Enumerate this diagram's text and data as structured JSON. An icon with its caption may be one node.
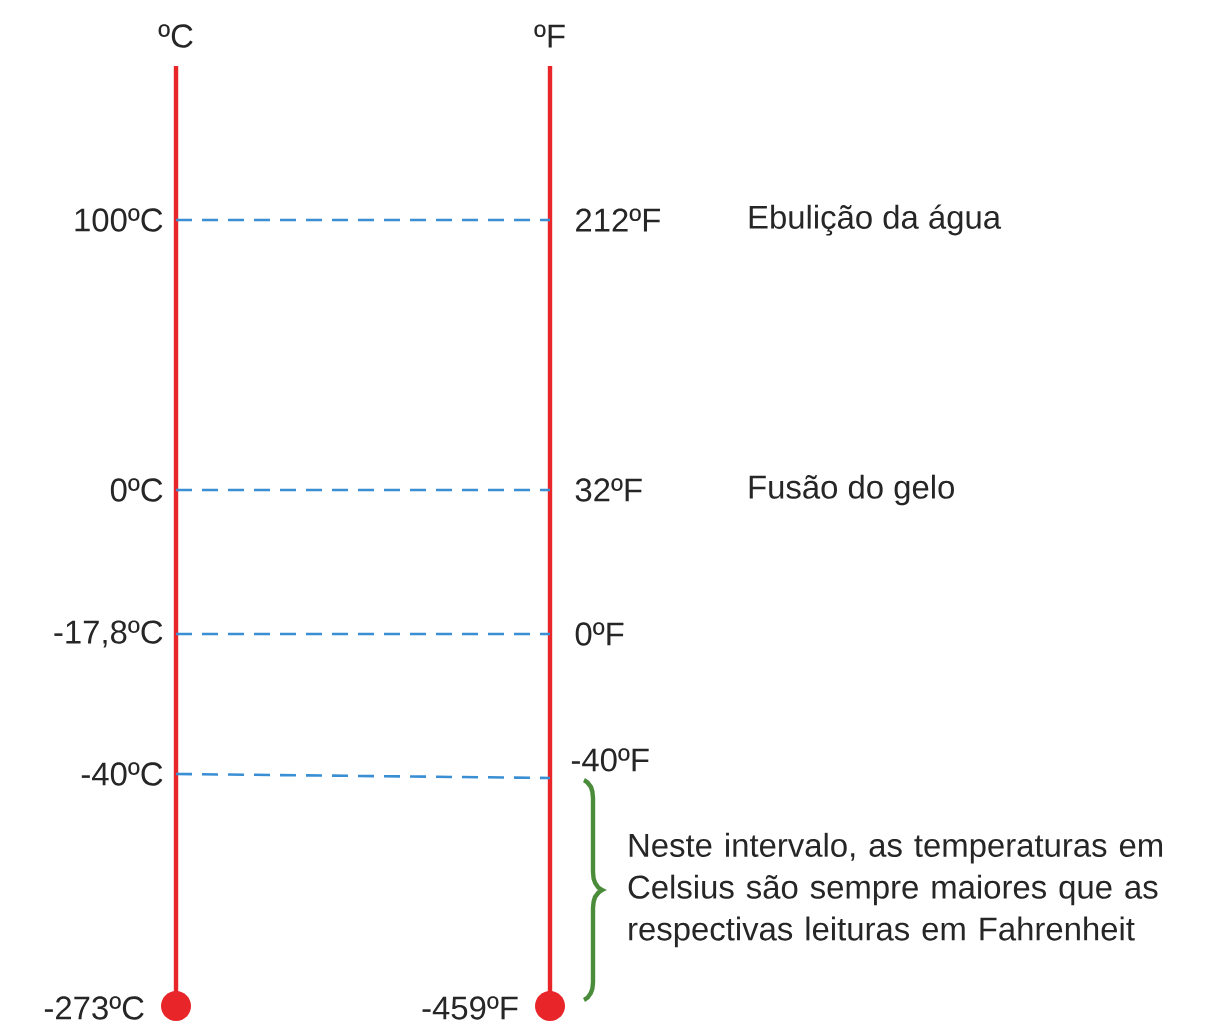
{
  "diagram": {
    "nodes": [
      {
        "text": [
          "100ºC"
        ]
      },
      {
        "text": [
          "212ºF"
        ]
      },
      {
        "text": [
          "0ºC"
        ]
      },
      {
        "text": [
          "32ºF"
        ]
      },
      {
        "text": [
          "-17,8ºC"
        ]
      },
      {
        "text": [
          "0ºF"
        ]
      },
      {
        "text": [
          "-40ºC"
        ]
      },
      {
        "text": [
          "-40ºF"
        ]
      }
    ],
    "edges": [
      {
        "from": 0,
        "to": 1,
        "arrow": "none",
        "style": "dashed"
      },
      {
        "from": 2,
        "to": 3,
        "arrow": "none",
        "style": "dashed"
      },
      {
        "from": 4,
        "to": 5,
        "arrow": "none",
        "style": "dashed"
      },
      {
        "from": 6,
        "to": 7,
        "arrow": "none",
        "style": "dashed"
      }
    ],
    "labels": [
      "ºC",
      "ºF",
      "Ebulição da água",
      "Fusão do gelo",
      "Neste intervalo, as temperaturas em Celsius são sempre maiores que as respectivas leituras em Fahrenheit",
      "-273ºC",
      "-459ºF"
    ]
  }
}
